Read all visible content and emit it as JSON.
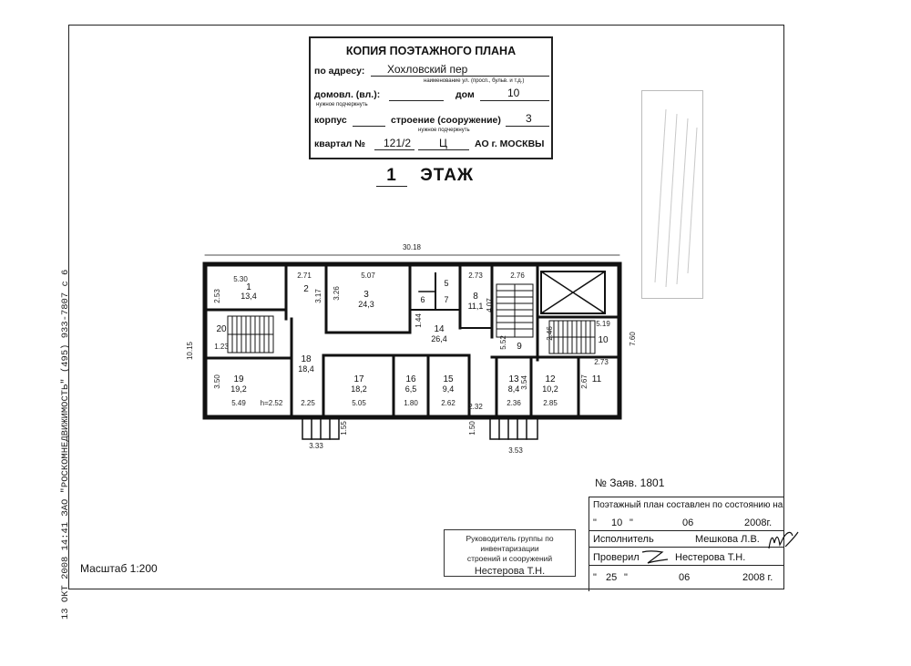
{
  "fax_header": "13 ОКТ 2008 14:41     ЗАО \"РОСКОМНЕДВИЖИМОСТЬ\"     (495) 933-7807     с 6",
  "title_block": {
    "heading": "КОПИЯ ПОЭТАЖНОГО ПЛАНА",
    "address_label": "по адресу:",
    "address_value": "Хохловский пер",
    "address_hint": "наименование ул. (просп., бульв. и т.д.)",
    "domovl_label": "домовл. (вл.):",
    "domovl_hint": "нужное подчеркнуть",
    "dom_label": "дом",
    "dom_value": "10",
    "korpus_label": "корпус",
    "stroenie_label": "строение (сооружение)",
    "stroenie_value": "3",
    "stroenie_hint": "нужное подчеркнуть",
    "kvartal_label": "квартал №",
    "kvartal_value": "121/2",
    "kvartal_code": "Ц",
    "ao_label": "АО г. МОСКВЫ"
  },
  "floor_label": {
    "number": "1",
    "text": "ЭТАЖ"
  },
  "plan": {
    "rooms": [
      {
        "num": "1",
        "area": "13,4"
      },
      {
        "num": "2",
        "area": ""
      },
      {
        "num": "3",
        "area": "24,3"
      },
      {
        "num": "5",
        "area": ""
      },
      {
        "num": "6",
        "area": ""
      },
      {
        "num": "7",
        "area": ""
      },
      {
        "num": "8",
        "area": "11,1"
      },
      {
        "num": "14",
        "area": "26,4"
      },
      {
        "num": "20",
        "area": ""
      },
      {
        "num": "18",
        "area": "18,4"
      },
      {
        "num": "17",
        "area": "18,2"
      },
      {
        "num": "16",
        "area": "6,5"
      },
      {
        "num": "15",
        "area": "9,4"
      },
      {
        "num": "13",
        "area": "8,4"
      },
      {
        "num": "12",
        "area": "10,2"
      },
      {
        "num": "9",
        "area": ""
      },
      {
        "num": "10",
        "area": ""
      },
      {
        "num": "11",
        "area": ""
      },
      {
        "num": "19",
        "area": "19,2"
      }
    ],
    "dims": [
      "30.18",
      "5.30",
      "2.71",
      "5.07",
      "2.73",
      "2.76",
      "2.53",
      "3.17",
      "3.26",
      "1.44",
      "4.07",
      "1.23",
      "5.52",
      "2.46",
      "5.19",
      "10.15",
      "7.60",
      "3.50",
      "5.49",
      "h=2.52",
      "2.25",
      "5.05",
      "1.80",
      "2.62",
      "2.32",
      "3.54",
      "2.36",
      "2.85",
      "2.73",
      "2.67",
      "1.55",
      "3.33",
      "1.50",
      "3.53"
    ]
  },
  "scale_label": "Масштаб 1:200",
  "stamp": {
    "line1": "Руководитель группы по инвентаризации",
    "line2": "строений и сооружений",
    "name": "Нестерова Т.Н."
  },
  "application_no": "№ Заяв. 1801",
  "certification": {
    "title": "Поэтажный план составлен по состоянию на",
    "date1_day": "10",
    "date1_month": "06",
    "date1_year": "2008г.",
    "executor_label": "Исполнитель",
    "executor_name": "Мешкова Л.В.",
    "checked_label": "Проверил",
    "checked_name": "Нестерова Т.Н.",
    "date2_day": "25",
    "date2_month": "06",
    "date2_year": "2008 г."
  }
}
